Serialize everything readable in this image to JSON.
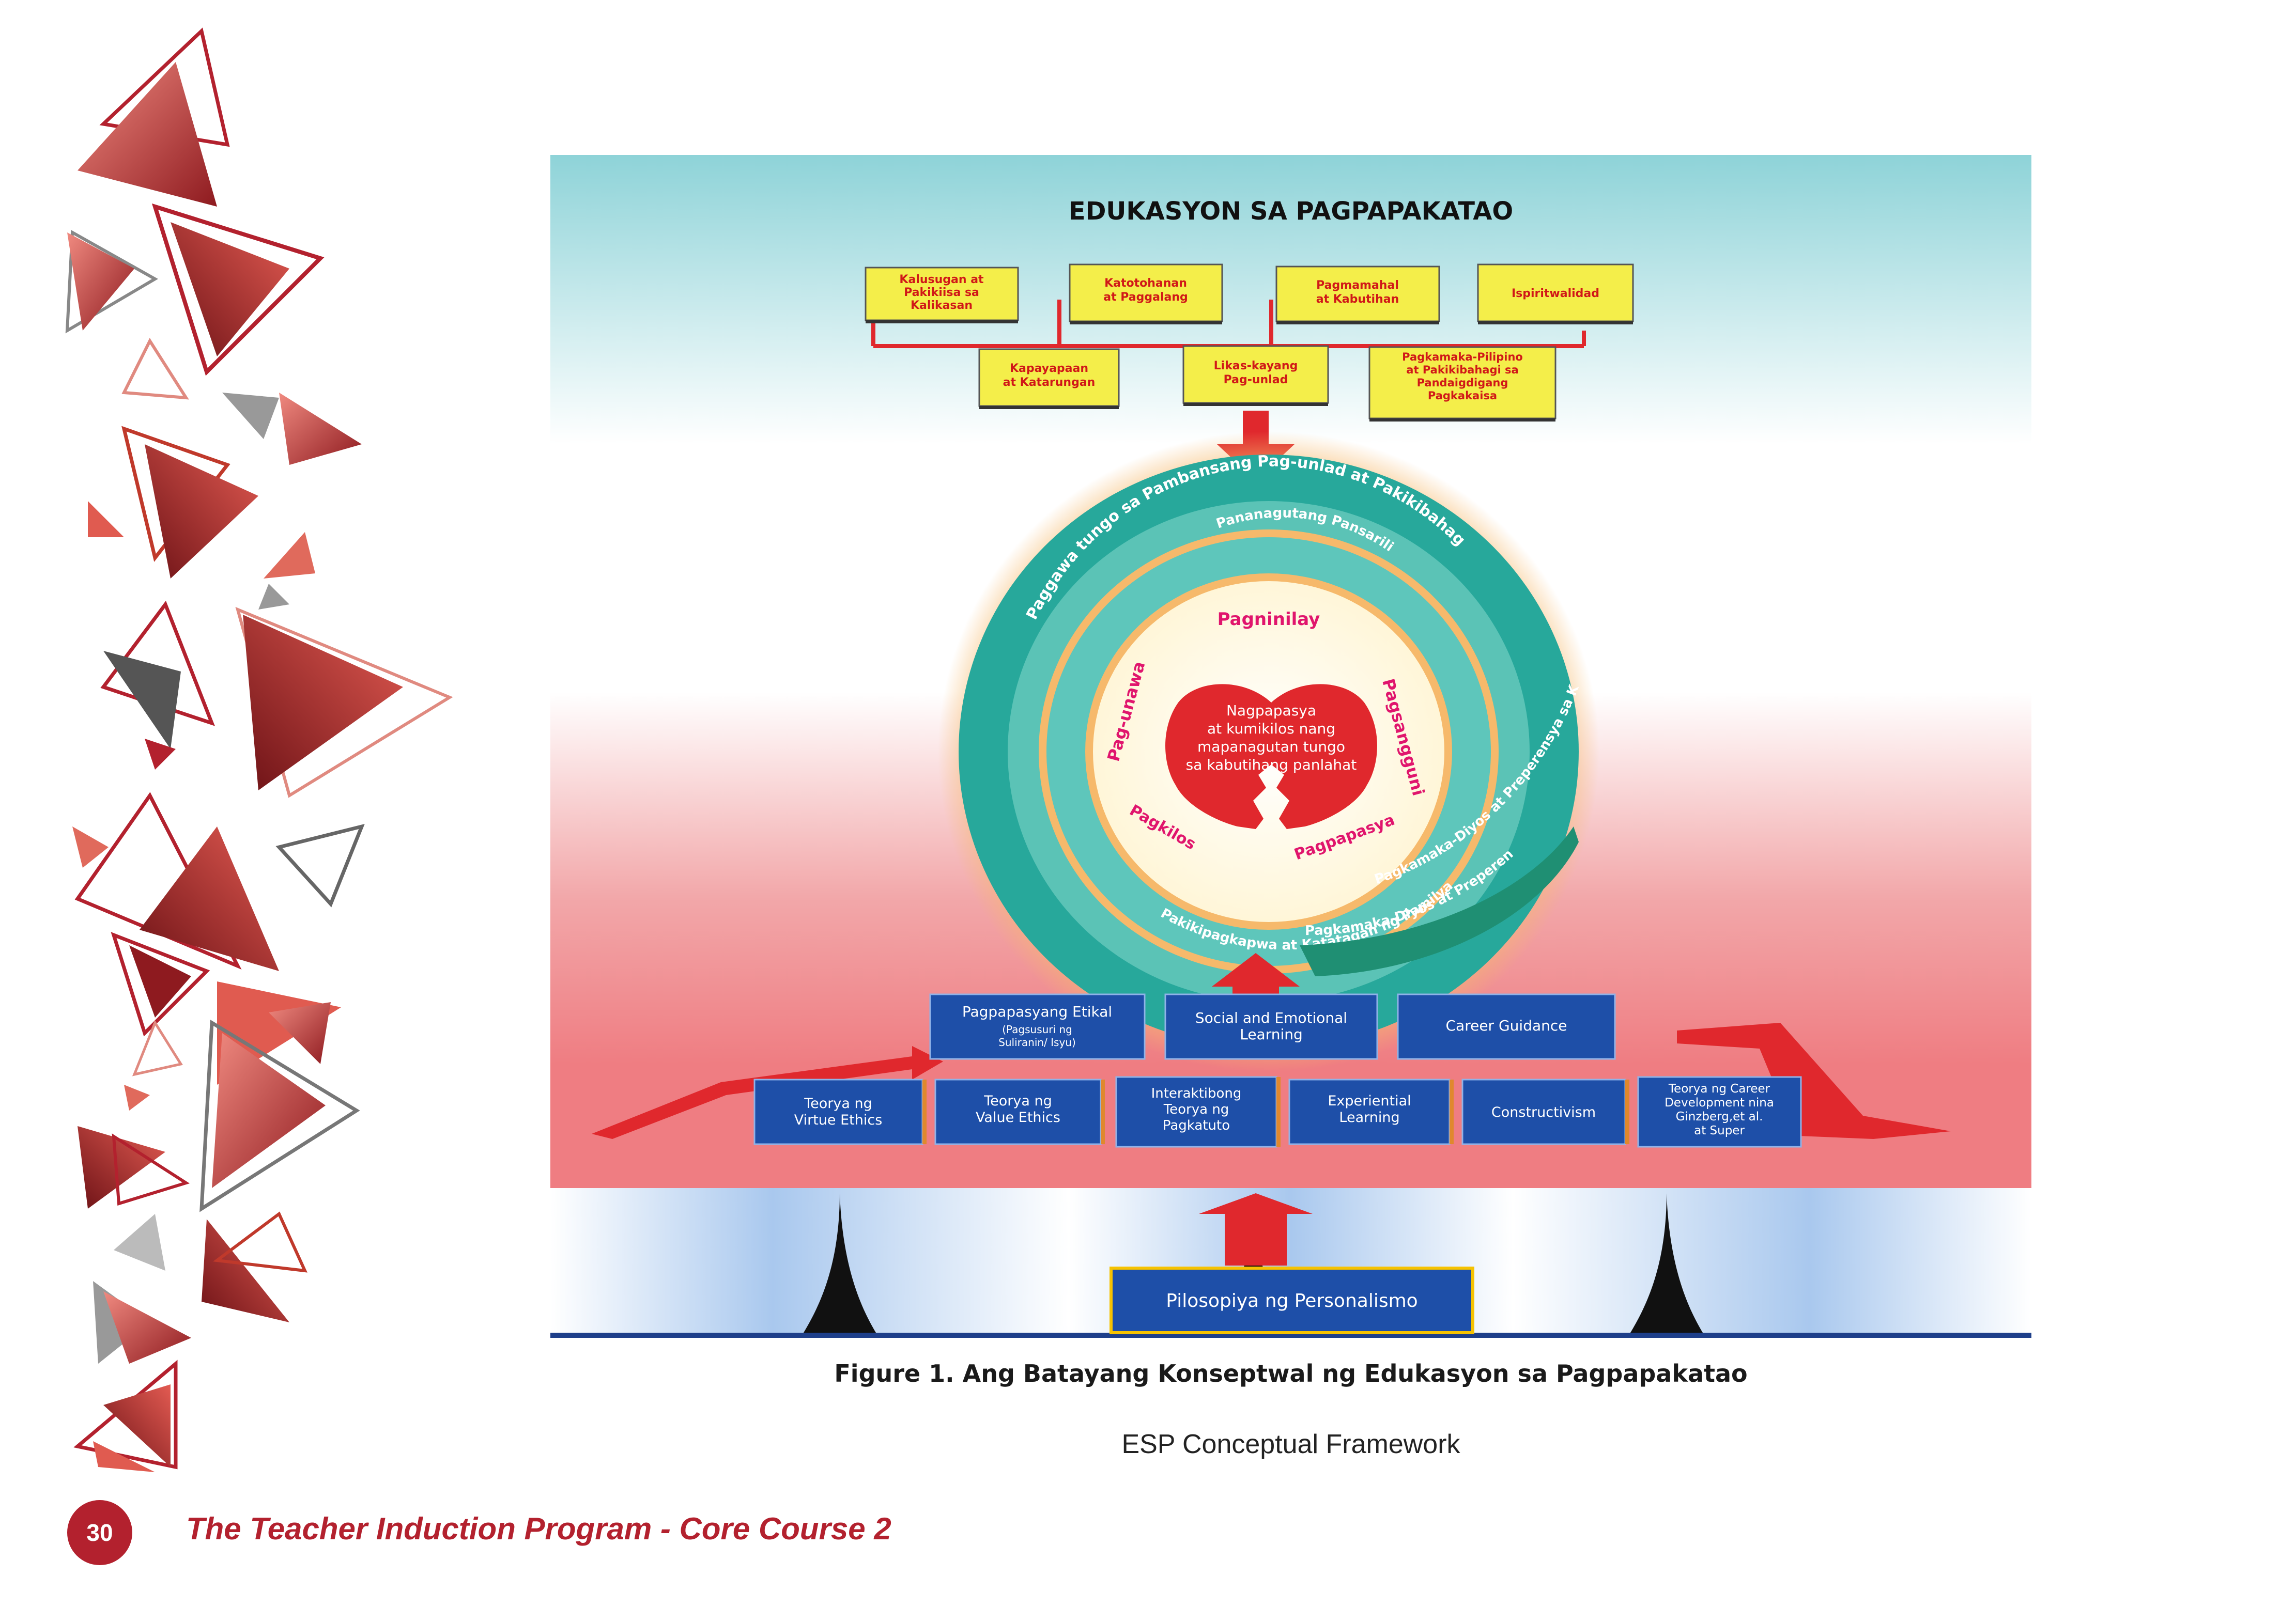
{
  "figure": {
    "heading": "EDUKASYON SA PAGPAPAKATAO",
    "top_boxes": [
      "Kalusugan at Pakikiisa sa Kalikasan",
      "Katotohanan at Paggalang",
      "Pagmamahal at Kabutihan",
      "Ispiritwalidad"
    ],
    "second_boxes": [
      "Kapayapaan at Katarungan",
      "Likas-kayang Pag-unlad",
      "Pagkamaka-Pilipino at Pakikibahagi sa Pandaigdigang Pagkakaisa"
    ],
    "ring_outer_top": "Paggawa tungo sa Pambansang Pag-unlad at Pakikibahagi sa Pandaigdigang Pagkakaisa",
    "ring_outer_right": "Pagkamaka-Diyos at Preperensya sa Kabutihan",
    "ring_outer_bottom": "Pagkamaka-Diyos at Preperensya sa Kabutihan",
    "ring_inner_top": "Pananagutang Pansarili",
    "ring_inner_bottom": "Pakikipagkapwa at Katatagan ng Pamilya",
    "process_words": {
      "top": "Pagninilay",
      "left": "Pag-unawa",
      "right": "Pagsangguni",
      "bottom_left": "Pagkilos",
      "bottom_right": "Pagpapasya"
    },
    "center_text": [
      "Nagpapasya",
      "at kumikilos nang",
      "mapanagutan tungo",
      "sa kabutihang panlahat"
    ],
    "approach_boxes": [
      "Pagpapasyang Etikal",
      "Social and Emotional Learning",
      "Career Guidance"
    ],
    "approach_sub": "(Pagsusuri ng Suliranin/ Isyu)",
    "theory_boxes": [
      "Teorya ng Virtue Ethics",
      "Teorya ng Value Ethics",
      "Interaktibong Teorya ng Pagkatuto",
      "Experiential Learning",
      "Constructivism",
      "Teorya ng Career Development nina Ginzberg,et al. at Super"
    ],
    "foundation": "Pilosopiya ng Personalismo"
  },
  "caption": {
    "title": "Figure 1. Ang Batayang Konseptwal ng Edukasyon sa Pagpapakatao",
    "subtitle": "ESP Conceptual Framework"
  },
  "footer": {
    "page_number": "30",
    "text": "The Teacher Induction Program - Core Course 2"
  },
  "colors": {
    "brand_red": "#b3212e",
    "box_yellow": "#f4ee4a",
    "box_blue": "#1e4fa8",
    "ring_teal": "#2fb0a4"
  }
}
